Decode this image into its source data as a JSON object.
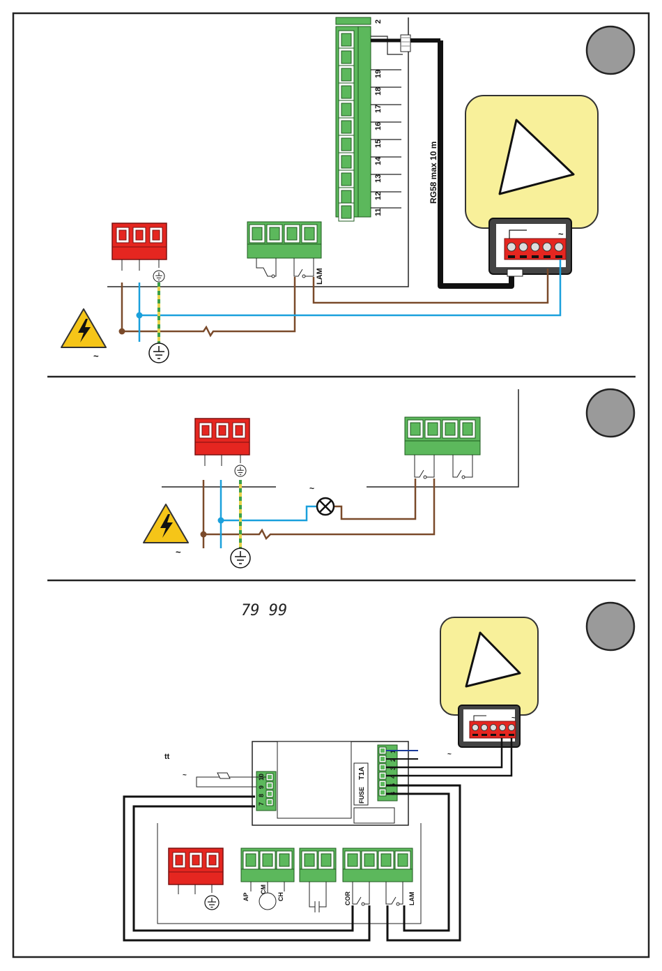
{
  "colors": {
    "terminal_red": "#e52620",
    "terminal_green": "#5cb85c",
    "wire_brown": "#7a4a2a",
    "wire_blue": "#1aa0dc",
    "earth_yellow": "#e8d24a",
    "earth_green": "#3aa04a",
    "antenna_yellow": "#f8f09a",
    "badge_grey": "#9a9a9a",
    "cable_black": "#111111"
  },
  "section1": {
    "terminal_numbers": [
      "2",
      "19",
      "18",
      "17",
      "16",
      "15",
      "14",
      "13",
      "12",
      "11"
    ],
    "cable_label": "RG58 max 10 m",
    "lam_label": "LAM",
    "tilde": "~",
    "antenna_tilde": "~"
  },
  "section2": {
    "tilde_lamp": "~",
    "tilde_warning": "~"
  },
  "section3": {
    "display_code": "79 99",
    "tt_label": "tt",
    "tilde_left": "~",
    "tilde_right": "~",
    "antenna_tilde": "~",
    "fuse_label": "FUSE",
    "fuse_rating": "T1A",
    "right_terminal_numbers": [
      "1",
      "2",
      "3",
      "4",
      "5",
      "6"
    ],
    "left_terminal_numbers": [
      "10",
      "9",
      "8",
      "7"
    ],
    "labels": {
      "ap": "AP",
      "cm": "CM",
      "ch": "CH",
      "cor": "COR",
      "lam": "LAM"
    }
  }
}
